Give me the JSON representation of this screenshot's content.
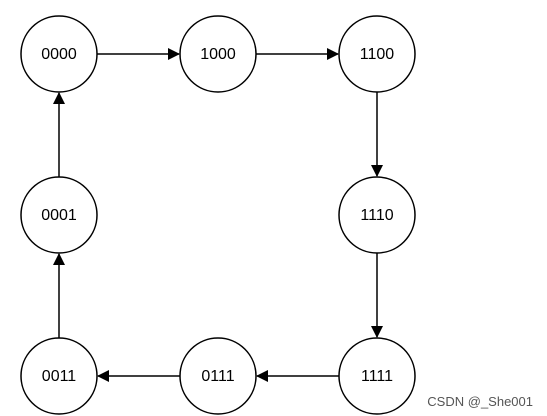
{
  "diagram": {
    "type": "state-transition",
    "states": [
      {
        "id": "s0000",
        "label": "0000"
      },
      {
        "id": "s1000",
        "label": "1000"
      },
      {
        "id": "s1100",
        "label": "1100"
      },
      {
        "id": "s1110",
        "label": "1110"
      },
      {
        "id": "s1111",
        "label": "1111"
      },
      {
        "id": "s0111",
        "label": "0111"
      },
      {
        "id": "s0011",
        "label": "0011"
      },
      {
        "id": "s0001",
        "label": "0001"
      }
    ],
    "transitions": [
      {
        "from": "s0000",
        "to": "s1000"
      },
      {
        "from": "s1000",
        "to": "s1100"
      },
      {
        "from": "s1100",
        "to": "s1110"
      },
      {
        "from": "s1110",
        "to": "s1111"
      },
      {
        "from": "s1111",
        "to": "s0111"
      },
      {
        "from": "s0111",
        "to": "s0011"
      },
      {
        "from": "s0011",
        "to": "s0001"
      },
      {
        "from": "s0001",
        "to": "s0000"
      }
    ]
  },
  "watermark": "CSDN @_She001",
  "colors": {
    "stroke": "#000000",
    "fill": "#ffffff",
    "watermark": "#555555"
  }
}
